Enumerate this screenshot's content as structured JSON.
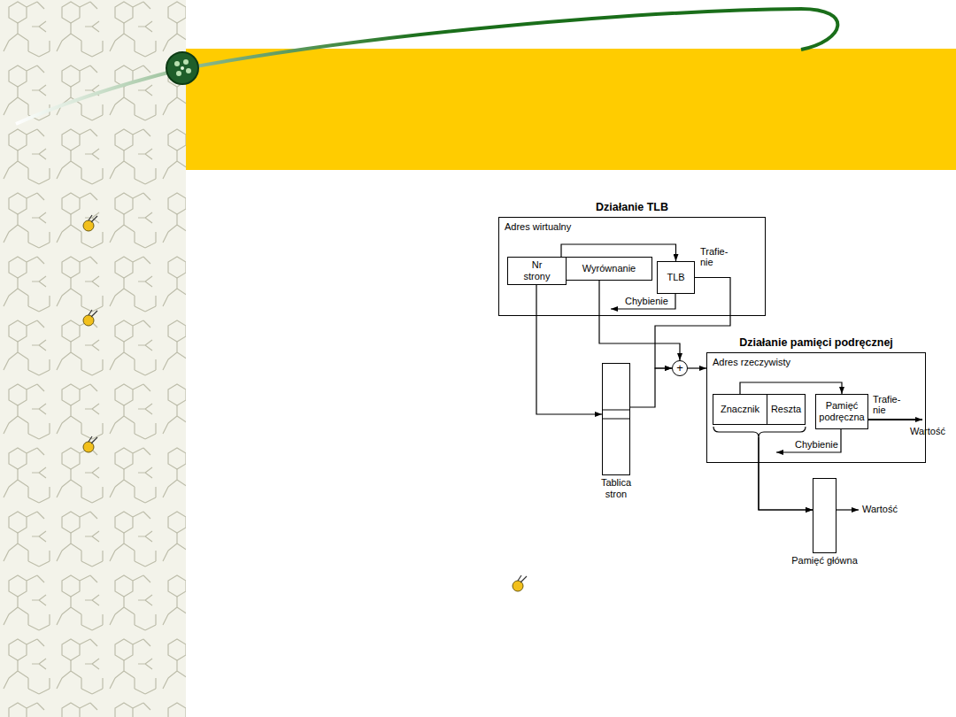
{
  "diagram": {
    "nodes": [
      {
        "text": [
          "Działanie TLB",
          "Adres wirtualny"
        ]
      },
      {
        "text": [
          "Nr strony"
        ],
        "in": 0
      },
      {
        "text": [
          "Wyrównanie"
        ],
        "in": 0
      },
      {
        "text": [
          "TLB"
        ],
        "in": 0
      },
      {
        "text": [
          "Tablica stron"
        ]
      },
      {
        "text": [
          "+"
        ]
      },
      {
        "text": [
          "Działanie pamięci podręcznej",
          "Adres rzeczywisty"
        ]
      },
      {
        "text": [
          "Znacznik"
        ],
        "in": 6
      },
      {
        "text": [
          "Reszta"
        ],
        "in": 6
      },
      {
        "text": [
          "Pamięć podręczna"
        ],
        "in": 6
      },
      {
        "text": [
          "Pamięć główna"
        ]
      }
    ],
    "edges": [
      {
        "from": 1,
        "to": 3,
        "arrow": "to"
      },
      {
        "from": 3,
        "to": 5,
        "arrow": "to"
      },
      {
        "from": 2,
        "to": 5,
        "arrow": "to"
      },
      {
        "from": 1,
        "to": 4,
        "arrow": "to"
      },
      {
        "from": 4,
        "to": 5,
        "arrow": "to"
      },
      {
        "from": 5,
        "to": 6,
        "arrow": "to"
      },
      {
        "from": 7,
        "to": 9,
        "arrow": "to"
      },
      {
        "from": 7,
        "to": 10,
        "arrow": "to"
      },
      {
        "from": 8,
        "to": 10,
        "arrow": "to"
      }
    ],
    "labels": [
      "Trafie- nie",
      "Chybienie",
      "Trafie- nie",
      "Chybienie",
      "Wartość",
      "Wartość"
    ]
  }
}
